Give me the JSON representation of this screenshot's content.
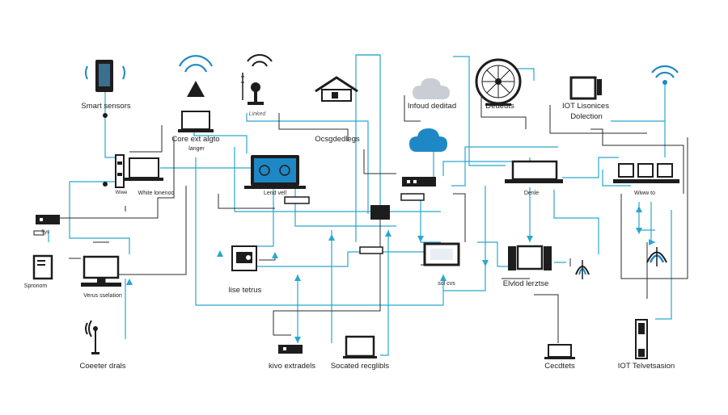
{
  "colors": {
    "wire_cyan": "#2aa7cf",
    "wire_dark": "#2b2b2b",
    "device": "#1d1d1d",
    "accent": "#1e88c7",
    "cloud_grey": "#c8ced4"
  },
  "labels": {
    "smart_sensors": "Smart sensors",
    "linked": "Linked",
    "infound_dealted": "Infoud deditad",
    "dedeuts": "Dedeuts",
    "iot_lisonices": "IOT Lisonices",
    "dolection": "Dolection",
    "core_ext_algto": "Core ext algto",
    "langer": "langer",
    "ocsgoodedlegs": "Ocsgdedlegs",
    "white_lonenoo": "White lonenoo",
    "wiwe": "Wiwe",
    "lend_vell": "Lend vell",
    "denle": "Denle",
    "wiwiw_to": "Wiww to",
    "lise_tetrus": "lise tetrus",
    "sprenom": "Spronom",
    "verus_sselation": "Verus sselation",
    "sol_cvs": "sol cvs",
    "elvlod_lerztse": "Elvlod lerztse",
    "cocoter_drals": "Coeeter drals",
    "kivo_extradels": "kivo extradels",
    "socated_recglibits": "Socated recglibls",
    "cecdtets": "Cecdtets",
    "iot_telvetsasion": "IOT Telvetsasion",
    "sys": "Sys"
  }
}
